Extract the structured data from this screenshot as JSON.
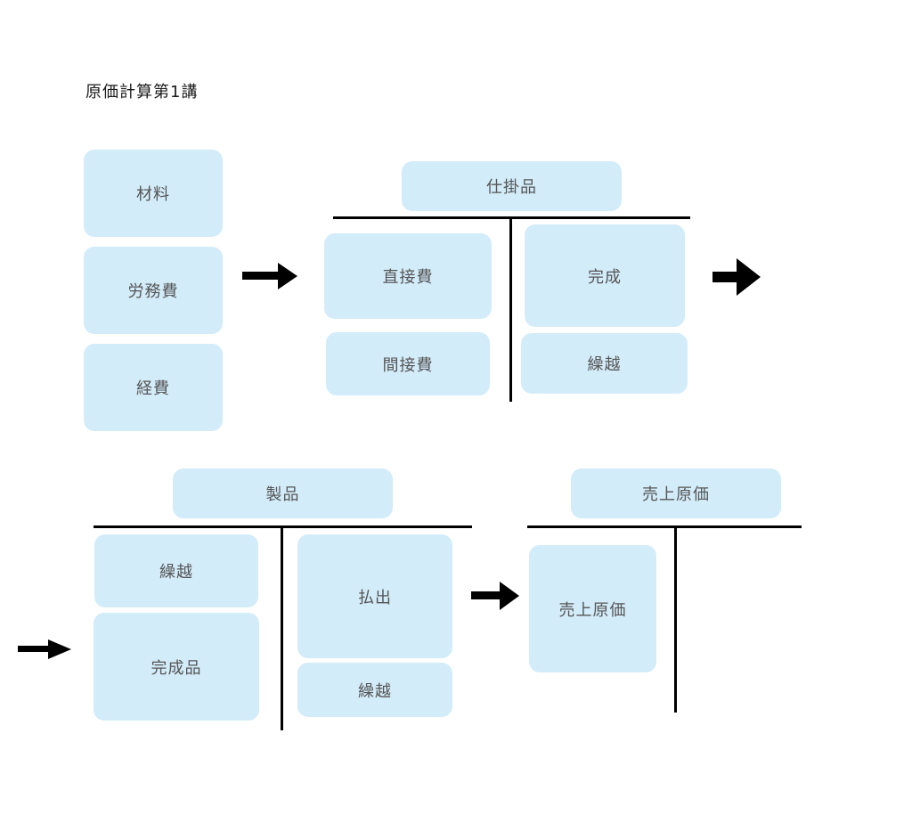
{
  "title": "原価計算第1講",
  "inputs": {
    "material": "材料",
    "labor": "労務費",
    "expense": "経費"
  },
  "wip": {
    "header": "仕掛品",
    "debit": [
      "直接費",
      "間接費"
    ],
    "credit": [
      "完成",
      "繰越"
    ]
  },
  "finished_goods": {
    "header": "製品",
    "debit": [
      "繰越",
      "完成品"
    ],
    "credit": [
      "払出",
      "繰越"
    ]
  },
  "cogs": {
    "header": "売上原価",
    "debit": [
      "売上原価"
    ]
  },
  "colors": {
    "box_fill": "#d3ecf9",
    "box_text": "#555555",
    "line": "#000000"
  }
}
